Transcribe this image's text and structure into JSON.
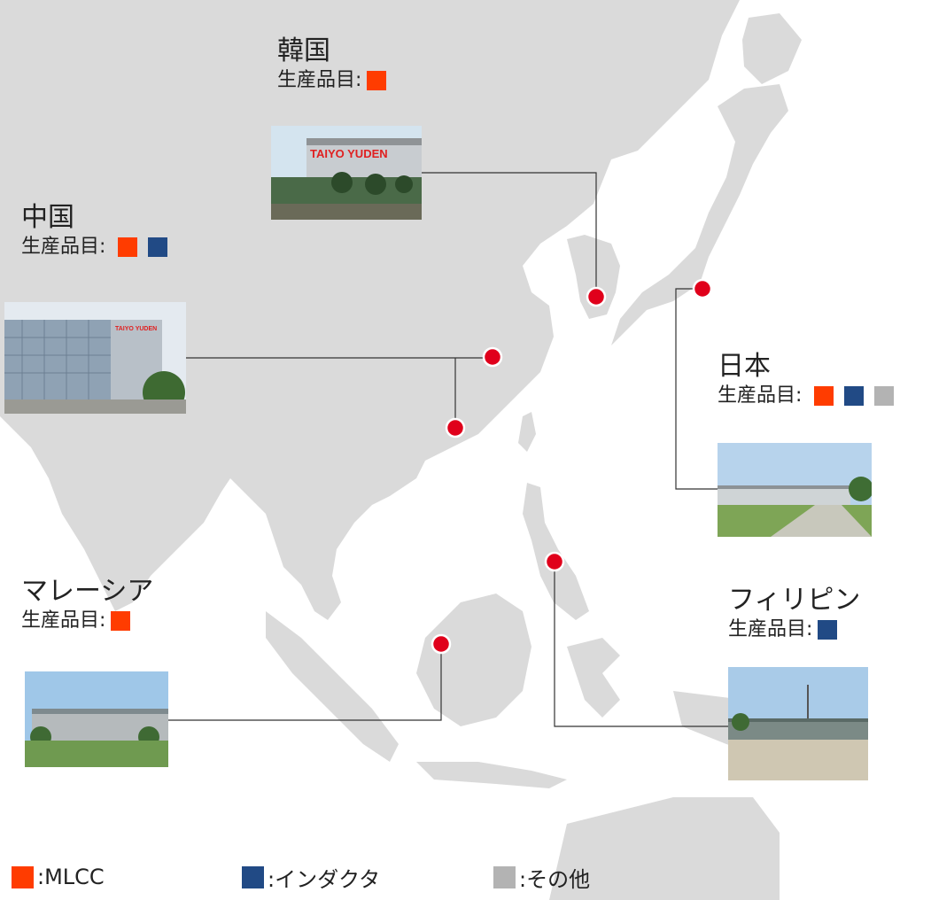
{
  "colors": {
    "mlcc": "#ff3c00",
    "inductor": "#214a85",
    "other": "#b3b3b3",
    "marker": "#e0001b",
    "land": "#dadada"
  },
  "regions": {
    "korea": {
      "name": "韓国",
      "products_label": "生産品目:",
      "products": [
        "mlcc"
      ]
    },
    "china": {
      "name": "中国",
      "products_label": "生産品目:",
      "products": [
        "mlcc",
        "inductor"
      ]
    },
    "japan": {
      "name": "日本",
      "products_label": "生産品目:",
      "products": [
        "mlcc",
        "inductor",
        "other"
      ]
    },
    "malaysia": {
      "name": "マレーシア",
      "products_label": "生産品目:",
      "products": [
        "mlcc"
      ]
    },
    "philippines": {
      "name": "フィリピン",
      "products_label": "生産品目:",
      "products": [
        "inductor"
      ]
    }
  },
  "photos": {
    "korea_sign": "TAIYO YUDEN",
    "china_sign": "TAIYO YUDEN"
  },
  "legend": [
    {
      "key": "mlcc",
      "label": ":MLCC"
    },
    {
      "key": "inductor",
      "label": ":インダクタ"
    },
    {
      "key": "other",
      "label": ":その他"
    }
  ]
}
